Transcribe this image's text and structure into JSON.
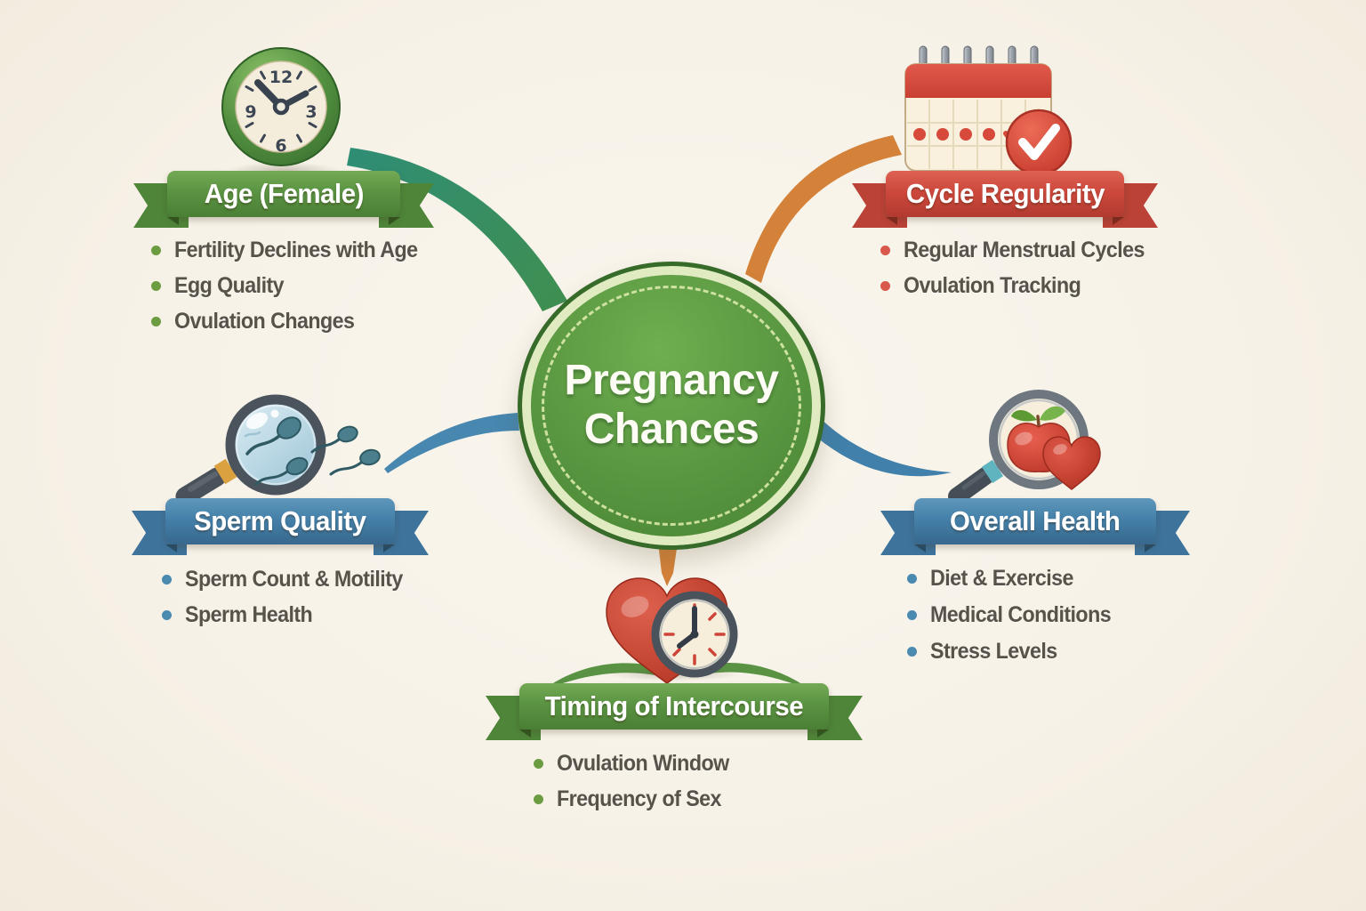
{
  "center": {
    "line1": "Pregnancy",
    "line2": "Chances"
  },
  "branches": {
    "age": {
      "label": "Age (Female)",
      "accent": "#5a9342",
      "items": [
        "Fertility Declines with Age",
        "Egg Quality",
        "Ovulation Changes"
      ]
    },
    "cycle": {
      "label": "Cycle Regularity",
      "accent": "#cd483c",
      "items": [
        "Regular Menstrual Cycles",
        "Ovulation Tracking"
      ]
    },
    "sperm": {
      "label": "Sperm Quality",
      "accent": "#4480a9",
      "items": [
        "Sperm Count & Motility",
        "Sperm Health"
      ]
    },
    "health": {
      "label": "Overall Health",
      "accent": "#4480a9",
      "items": [
        "Diet & Exercise",
        "Medical Conditions",
        "Stress Levels"
      ]
    },
    "timing": {
      "label": "Timing of Intercourse",
      "accent": "#5a9342",
      "items": [
        "Ovulation Window",
        "Frequency of Sex"
      ]
    }
  },
  "clock_icon": {
    "numbers": [
      "12",
      "3",
      "6",
      "9"
    ]
  },
  "colors": {
    "background": "#f7f2e8",
    "center_fill": "#589540",
    "center_border": "#376b2a",
    "center_light_ring": "#e1ebc2",
    "connector_teal": "#35907b",
    "connector_orange": "#d4823a",
    "connector_blue": "#4484ae",
    "text_gray": "#57534b"
  }
}
